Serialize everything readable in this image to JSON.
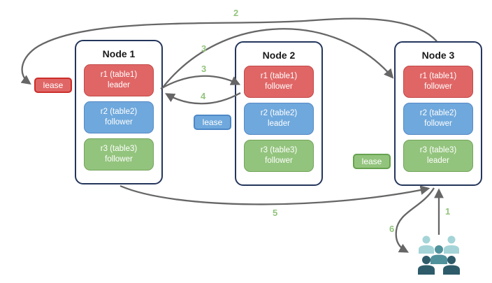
{
  "diagram": {
    "nodes": [
      {
        "title": "Node 1",
        "replicas": [
          {
            "name": "r1 (table1)",
            "role": "leader",
            "color": "red"
          },
          {
            "name": "r2 (table2)",
            "role": "follower",
            "color": "blue"
          },
          {
            "name": "r3 (table3)",
            "role": "follower",
            "color": "green"
          }
        ]
      },
      {
        "title": "Node 2",
        "replicas": [
          {
            "name": "r1 (table1)",
            "role": "follower",
            "color": "red"
          },
          {
            "name": "r2 (table2)",
            "role": "leader",
            "color": "blue"
          },
          {
            "name": "r3 (table3)",
            "role": "follower",
            "color": "green"
          }
        ]
      },
      {
        "title": "Node 3",
        "replicas": [
          {
            "name": "r1 (table1)",
            "role": "follower",
            "color": "red"
          },
          {
            "name": "r2 (table2)",
            "role": "follower",
            "color": "blue"
          },
          {
            "name": "r3 (table3)",
            "role": "leader",
            "color": "green"
          }
        ]
      }
    ],
    "leases": [
      {
        "label": "lease",
        "color": "red"
      },
      {
        "label": "lease",
        "color": "blue"
      },
      {
        "label": "lease",
        "color": "green"
      }
    ],
    "steps": {
      "s1": "1",
      "s2": "2",
      "s3": "3",
      "s4": "4",
      "s5": "5",
      "s6": "6"
    },
    "icons": {
      "users": "users-icon"
    },
    "colors": {
      "node-border": "#24365c",
      "replica-red": "#e06666",
      "replica-red-border": "#c14744",
      "replica-blue": "#6fa8dc",
      "replica-blue-border": "#5589c6",
      "replica-green": "#93c47d",
      "replica-green-border": "#72a35a",
      "lease-red-border": "#cb2e2a",
      "lease-blue-border": "#4e88c7",
      "lease-green-border": "#67a24f",
      "arrow": "#666666",
      "step": "#93c47d",
      "users-light": "#a4d4d7",
      "users-mid": "#4f929c",
      "users-dark": "#2d5b69"
    }
  }
}
